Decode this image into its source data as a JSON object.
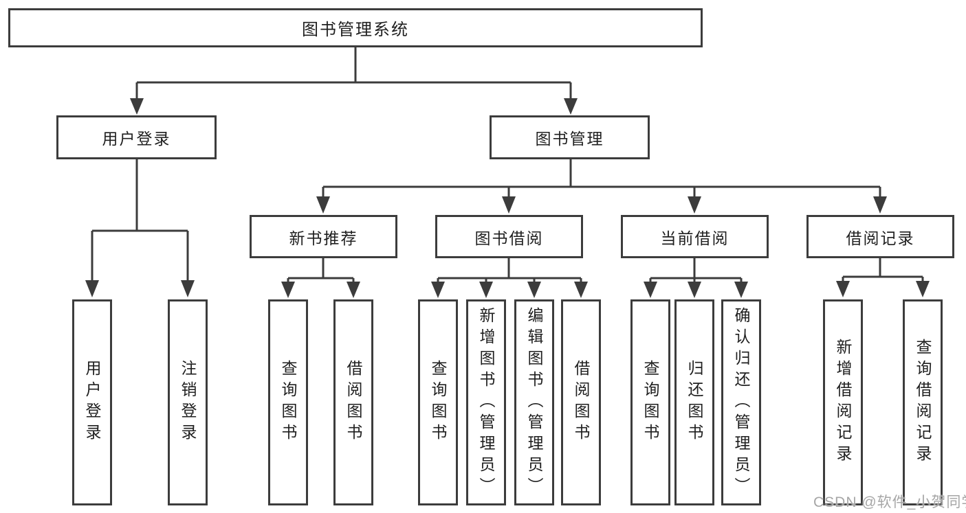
{
  "diagram": {
    "root": {
      "label": "图书管理系统"
    },
    "level1": {
      "user_login": {
        "label": "用户登录"
      },
      "book_management": {
        "label": "图书管理"
      }
    },
    "level2": {
      "new_book_recommend": {
        "label": "新书推荐"
      },
      "book_borrow": {
        "label": "图书借阅"
      },
      "current_borrow": {
        "label": "当前借阅"
      },
      "borrow_records": {
        "label": "借阅记录"
      }
    },
    "leaves": {
      "login": {
        "label": "用户登录"
      },
      "logout": {
        "label": "注销登录"
      },
      "nb_query": {
        "label": "查询图书"
      },
      "nb_borrow": {
        "label": "借阅图书"
      },
      "bb_query": {
        "label": "查询图书"
      },
      "bb_add": {
        "label": "新增图书（管理员）"
      },
      "bb_edit": {
        "label": "编辑图书（管理员）"
      },
      "bb_borrow": {
        "label": "借阅图书"
      },
      "cb_query": {
        "label": "查询图书"
      },
      "cb_return": {
        "label": "归还图书"
      },
      "cb_confirm": {
        "label": "确认归还（管理员）"
      },
      "br_add": {
        "label": "新增借阅记录"
      },
      "br_query": {
        "label": "查询借阅记录"
      }
    },
    "colors": {
      "line": "#3c3c3c",
      "border": "#3c3c3c",
      "text": "#1f1f1f",
      "watermark_text": "#a6a6a6",
      "background": "#ffffff"
    }
  },
  "watermark": {
    "text": "CSDN @软件_小贺同学"
  }
}
